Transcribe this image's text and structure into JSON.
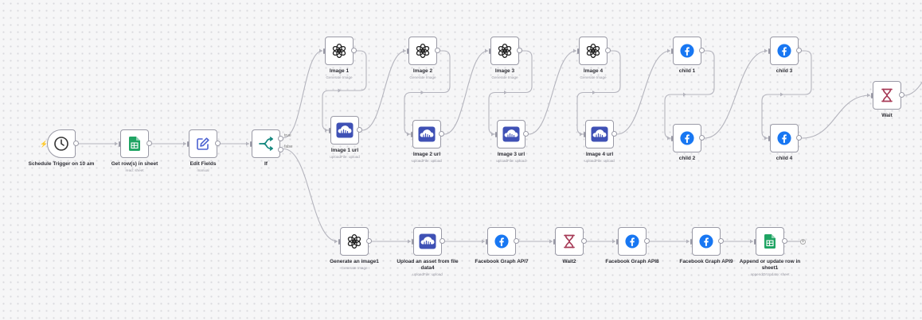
{
  "colors": {
    "edge": "#b4b4bd",
    "facebook": "#1877f2",
    "sheets": "#1fa463",
    "openai": "#222222",
    "cloud": "#3f51b5",
    "wait": "#a63a56",
    "if": "#10857c",
    "edit": "#4b61d1",
    "bolt": "#ff6d2e"
  },
  "nodes": [
    {
      "id": "trigger",
      "label": "Schedule Trigger on 10 am",
      "sub": "",
      "icon": "clock-icon"
    },
    {
      "id": "sheet",
      "label": "Get row(s) in sheet",
      "sub": "read: sheet",
      "icon": "google-sheets-icon"
    },
    {
      "id": "edit",
      "label": "Edit Fields",
      "sub": "manual",
      "icon": "pencil-square-icon"
    },
    {
      "id": "if",
      "label": "If",
      "sub": "",
      "icon": "branch-icon"
    },
    {
      "id": "image1",
      "label": "Image 1",
      "sub": "Generate Image",
      "icon": "openai-icon"
    },
    {
      "id": "image1url",
      "label": "Image 1 url",
      "sub": "uploadFile: upload",
      "icon": "cloud-upload-icon"
    },
    {
      "id": "image2",
      "label": "Image 2",
      "sub": "Generate Image",
      "icon": "openai-icon"
    },
    {
      "id": "image2url",
      "label": "Image 2 url",
      "sub": "uploadFile: upload",
      "icon": "cloud-upload-icon"
    },
    {
      "id": "image3",
      "label": "Image 3",
      "sub": "Generate Image",
      "icon": "openai-icon"
    },
    {
      "id": "image3url",
      "label": "Image 3 url",
      "sub": "uploadFile: upload",
      "icon": "cloud-upload-icon"
    },
    {
      "id": "image4",
      "label": "Image 4",
      "sub": "Generate Image",
      "icon": "openai-icon"
    },
    {
      "id": "image4url",
      "label": "Image 4 url",
      "sub": "uploadFile: upload",
      "icon": "cloud-upload-icon"
    },
    {
      "id": "child1",
      "label": "child 1",
      "sub": "",
      "icon": "facebook-icon"
    },
    {
      "id": "child2",
      "label": "child 2",
      "sub": "",
      "icon": "facebook-icon"
    },
    {
      "id": "child3",
      "label": "child 3",
      "sub": "",
      "icon": "facebook-icon"
    },
    {
      "id": "child4",
      "label": "child 4",
      "sub": "",
      "icon": "facebook-icon"
    },
    {
      "id": "wait",
      "label": "Wait",
      "sub": "",
      "icon": "hourglass-icon"
    },
    {
      "id": "genimg",
      "label": "Generate an image1",
      "sub": "Generate Image",
      "icon": "openai-icon"
    },
    {
      "id": "upload",
      "label": "Upload an asset from file data4",
      "sub": "uploadFile: upload",
      "icon": "cloud-upload-icon"
    },
    {
      "id": "fb7",
      "label": "Facebook Graph API7",
      "sub": "",
      "icon": "facebook-icon"
    },
    {
      "id": "wait2",
      "label": "Wait2",
      "sub": "",
      "icon": "hourglass-icon"
    },
    {
      "id": "fb8",
      "label": "Facebook Graph API8",
      "sub": "",
      "icon": "facebook-icon"
    },
    {
      "id": "fb9",
      "label": "Facebook Graph API9",
      "sub": "",
      "icon": "facebook-icon"
    },
    {
      "id": "append",
      "label": "Append or update row in sheet1",
      "sub": "appendOrUpdate: sheet",
      "icon": "google-sheets-icon"
    }
  ],
  "branches": {
    "true_label": "true",
    "false_label": "false"
  },
  "add_button": "+"
}
